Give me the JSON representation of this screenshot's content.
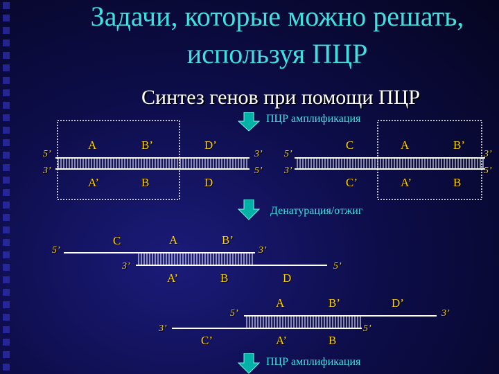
{
  "slide": {
    "title_line1": "Задачи, которые можно решать,",
    "title_line2": "используя ПЦР",
    "subtitle": "Синтез генов при помощи ПЦР",
    "steps": {
      "step1": "ПЦР амплификация",
      "step2": "Денатурация/отжиг",
      "step3": "ПЦР амплификация"
    }
  },
  "fragment_left": {
    "top_labels": [
      "A",
      "B’",
      "D’"
    ],
    "bottom_labels": [
      "A’",
      "B",
      "D"
    ],
    "end_top_left": "5’",
    "end_bottom_left": "3’",
    "end_top_right": "3’",
    "end_bottom_right": "5’"
  },
  "fragment_right": {
    "top_labels": [
      "C",
      "A",
      "B’"
    ],
    "bottom_labels": [
      "C’",
      "A’",
      "B"
    ],
    "end_top_left": "5’",
    "end_bottom_left": "3’",
    "end_top_right": "3’",
    "end_bottom_right": "5’"
  },
  "hybrid_1": {
    "top_labels": [
      "C",
      "A",
      "B’"
    ],
    "bottom_labels": [
      "A’",
      "B",
      "D"
    ],
    "end_top_left": "5’",
    "end_top_right": "3’",
    "end_bottom_left": "3’",
    "end_bottom_right": "5’"
  },
  "hybrid_2": {
    "top_labels": [
      "A",
      "B’",
      "D’"
    ],
    "bottom_labels": [
      "C’",
      "A’",
      "B"
    ],
    "end_top_left": "5’",
    "end_top_right": "3’",
    "end_bottom_left": "3’",
    "end_bottom_right": "5’"
  },
  "colors": {
    "title": "#3ee0e0",
    "labels": "#ffd000",
    "arrow": "#00b3a6",
    "background": "#0d0d4a"
  }
}
